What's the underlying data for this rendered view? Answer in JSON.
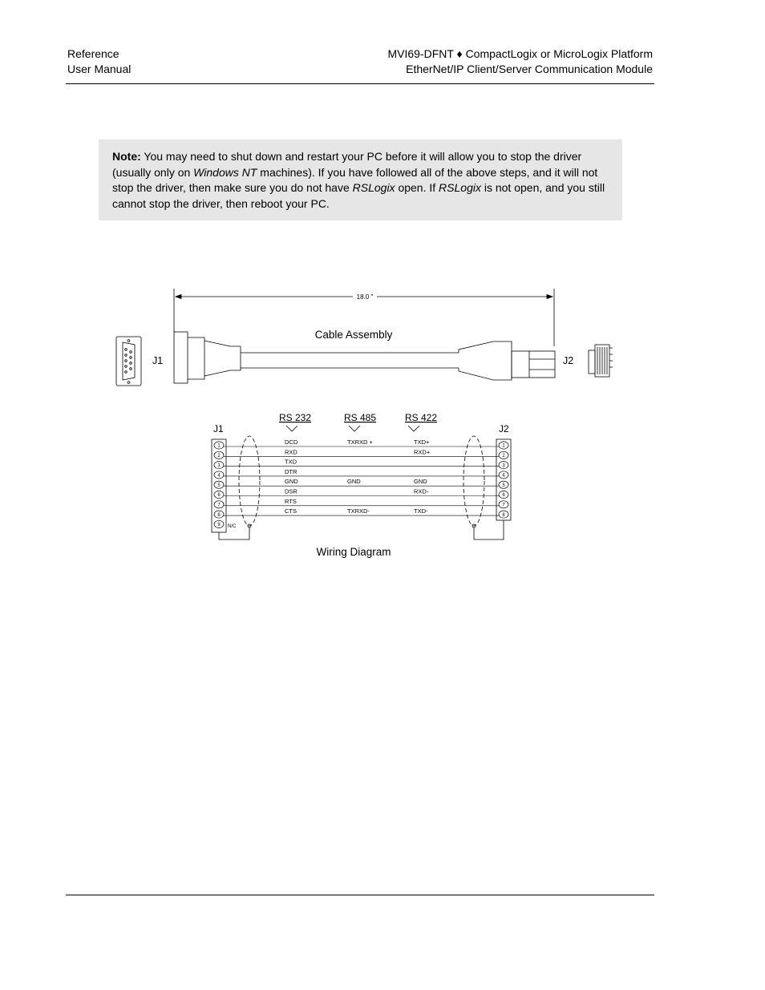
{
  "header": {
    "left_line1": "Reference",
    "left_line2": "User Manual",
    "right_line1": "MVI69-DFNT ♦ CompactLogix or MicroLogix Platform",
    "right_line2": "EtherNet/IP Client/Server Communication Module"
  },
  "note": {
    "label": "Note:",
    "t1": " You may need to shut down and restart your PC before it will allow you to stop the driver (usually only on ",
    "i1": "Windows NT",
    "t2": " machines). If you have followed all of the above steps, and it will not stop the driver, then make sure you do not have ",
    "i2": "RSLogix",
    "t3": " open. If ",
    "i3": "RSLogix",
    "t4": " is not open, and you still cannot stop the driver, then reboot your PC."
  },
  "cable": {
    "dimension": "18.0 \"",
    "title": "Cable Assembly",
    "j1": "J1",
    "j2": "J2"
  },
  "wiring": {
    "title": "Wiring Diagram",
    "j1": "J1",
    "j2": "J2",
    "col_rs232": "RS 232",
    "col_rs485": "RS 485",
    "col_rs422": "RS 422",
    "nc": "N/C",
    "rows": [
      {
        "pin": "1",
        "rs232": "DCD",
        "rs485": "TXRXD +",
        "rs422": "TXD+"
      },
      {
        "pin": "2",
        "rs232": "RXD",
        "rs485": "",
        "rs422": "RXD+"
      },
      {
        "pin": "3",
        "rs232": "TXD",
        "rs485": "",
        "rs422": ""
      },
      {
        "pin": "4",
        "rs232": "DTR",
        "rs485": "",
        "rs422": ""
      },
      {
        "pin": "5",
        "rs232": "GND",
        "rs485": "GND",
        "rs422": "GND"
      },
      {
        "pin": "6",
        "rs232": "DSR",
        "rs485": "",
        "rs422": "RXD-"
      },
      {
        "pin": "7",
        "rs232": "RTS",
        "rs485": "",
        "rs422": ""
      },
      {
        "pin": "8",
        "rs232": "CTS",
        "rs485": "TXRXD-",
        "rs422": "TXD-"
      },
      {
        "pin": "9",
        "rs232": "",
        "rs485": "",
        "rs422": ""
      }
    ]
  }
}
